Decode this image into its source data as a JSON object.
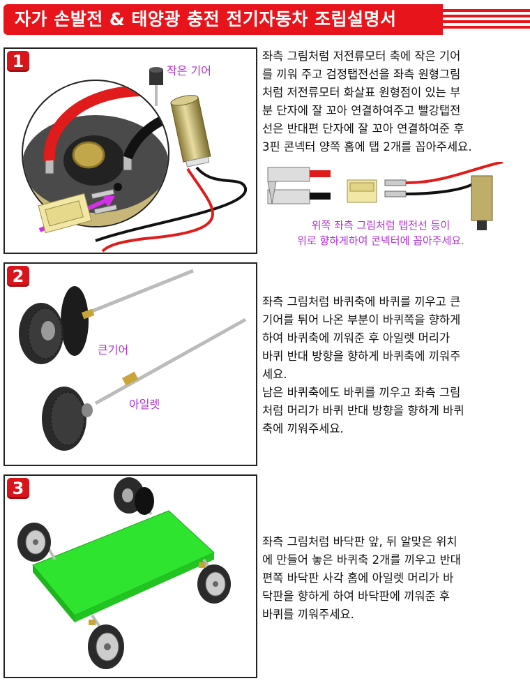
{
  "title": "자가 손발전 & 태양광 충전 전기자동차 조립설명서",
  "colors": {
    "accent": "#e8141b",
    "label": "#b12fd1",
    "board": "#2ee42e"
  },
  "steps": [
    {
      "number": "1",
      "text": "좌측 그림처럼 저전류모터 축에 작은 기어\n를 끼워 주고 검정탭전선을 좌측 원형그림\n처럼 저전류모터 화살표 원형점이 있는 부\n분 단자에 잘 꼬아 연결하여주고 빨강탭전\n선은 반대편 단자에 잘 꼬아 연결하여준 후\n3핀 콘넥터 양쪽 홈에 탭 2개를 꼽아주세요.",
      "label_small_gear": "작은 기어",
      "note": "위쪽 좌측 그림처럼 탭전선 등이\n위로 향하게하여 콘넥터에 꼽아주세요."
    },
    {
      "number": "2",
      "text": "좌측 그림처럼 바퀴축에 바퀴를 끼우고 큰\n기어를 튀어 나온 부분이 바퀴쪽을 향하게\n하여 바퀴축에 끼워준 후 아일렛 머리가\n바퀴 반대 방향을 향하게 바퀴축에 끼워주\n세요.\n남은 바퀴축에도 바퀴를 끼우고 좌측 그림\n처럼 머리가 바퀴 반대 방향을 향하게 바퀴\n축에 끼워주세요.",
      "label_big_gear": "큰기어",
      "label_eyelet": "아일렛"
    },
    {
      "number": "3",
      "text": "좌측 그림처럼 바닥판 앞, 뒤 알맞은 위치\n에 만들어 놓은 바퀴축 2개를 끼우고 반대\n편쪽 바닥판 사각 홈에 아일렛 머리가 바\n닥판을 향하게 하여 바닥판에 끼워준 후\n바퀴를 끼워주세요."
    }
  ]
}
